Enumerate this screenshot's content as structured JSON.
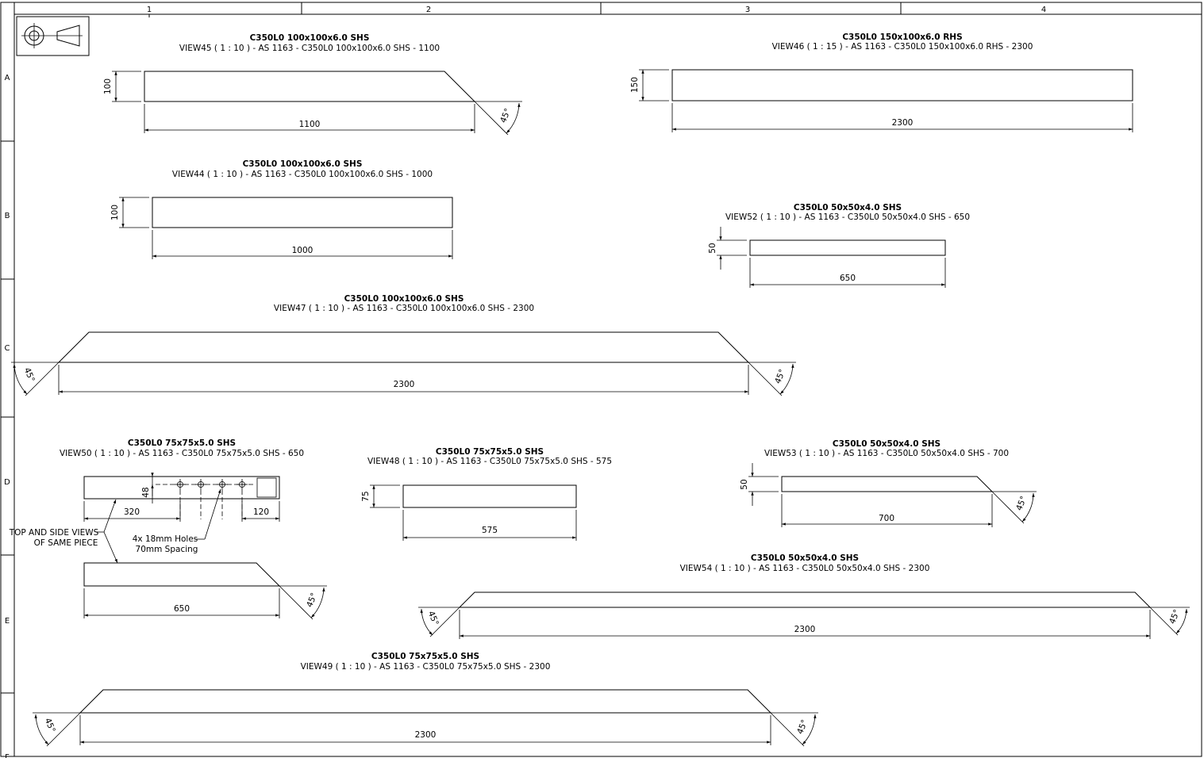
{
  "sheet": {
    "col_zones": [
      "1",
      "2",
      "3",
      "4"
    ],
    "row_zones": [
      "A",
      "B",
      "C",
      "D",
      "E",
      "F"
    ]
  },
  "symbol": {
    "icon": "third-angle-projection-icon"
  },
  "views": {
    "v45": {
      "title": "C350L0 100x100x6.0 SHS",
      "caption": "VIEW45 ( 1 : 10 ) - AS 1163 - C350L0 100x100x6.0 SHS - 1100",
      "length": "1100",
      "height": "100",
      "angle": "45°"
    },
    "v46": {
      "title": "C350L0 150x100x6.0 RHS",
      "caption": "VIEW46 ( 1 : 15 ) - AS 1163 - C350L0 150x100x6.0 RHS - 2300",
      "length": "2300",
      "height": "150"
    },
    "v44": {
      "title": "C350L0 100x100x6.0 SHS",
      "caption": "VIEW44 ( 1 : 10 ) - AS 1163 - C350L0 100x100x6.0 SHS - 1000",
      "length": "1000",
      "height": "100"
    },
    "v52": {
      "title": "C350L0 50x50x4.0 SHS",
      "caption": "VIEW52 ( 1 : 10 ) - AS 1163 - C350L0 50x50x4.0 SHS - 650",
      "length": "650",
      "height": "50"
    },
    "v47": {
      "title": "C350L0 100x100x6.0 SHS",
      "caption": "VIEW47 ( 1 : 10 ) - AS 1163 - C350L0 100x100x6.0 SHS - 2300",
      "length": "2300",
      "angle": "45°"
    },
    "v50": {
      "title": "C350L0 75x75x5.0 SHS",
      "caption": "VIEW50 ( 1 : 10 ) - AS 1163 - C350L0 75x75x5.0 SHS - 650",
      "dim_left": "320",
      "dim_right": "120",
      "dim_hole": "48",
      "length": "650",
      "angle": "45°",
      "note_views_1": "TOP AND SIDE VIEWS",
      "note_views_2": "OF SAME PIECE",
      "note_holes_1": "4x 18mm Holes",
      "note_holes_2": "70mm Spacing"
    },
    "v48": {
      "title": "C350L0 75x75x5.0 SHS",
      "caption": "VIEW48 ( 1 : 10 ) - AS 1163 - C350L0 75x75x5.0 SHS - 575",
      "length": "575",
      "height": "75"
    },
    "v53": {
      "title": "C350L0 50x50x4.0 SHS",
      "caption": "VIEW53 ( 1 : 10 ) - AS 1163 - C350L0 50x50x4.0 SHS - 700",
      "length": "700",
      "height": "50",
      "angle": "45°"
    },
    "v54": {
      "title": "C350L0 50x50x4.0 SHS",
      "caption": "VIEW54 ( 1 : 10 ) - AS 1163 - C350L0 50x50x4.0 SHS - 2300",
      "length": "2300",
      "angle": "45°"
    },
    "v49": {
      "title": "C350L0 75x75x5.0 SHS",
      "caption": "VIEW49 ( 1 : 10 ) - AS 1163 - C350L0 75x75x5.0 SHS - 2300",
      "length": "2300",
      "angle": "45°"
    }
  }
}
